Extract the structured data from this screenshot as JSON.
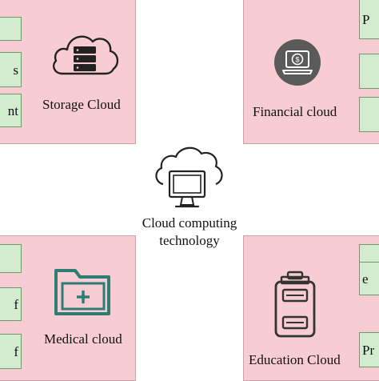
{
  "center": {
    "line1": "Cloud computing",
    "line2": "technology",
    "icon": "cloud-monitor-icon"
  },
  "panels": {
    "storage": {
      "label": "Storage Cloud",
      "icon": "cloud-server-icon",
      "boxes": [
        "",
        "s",
        "nt"
      ]
    },
    "financial": {
      "label": "Financial cloud",
      "icon": "laptop-dollar-icon",
      "boxes": [
        "P",
        "",
        ""
      ]
    },
    "medical": {
      "label": "Medical cloud",
      "icon": "folder-plus-icon",
      "boxes": [
        "",
        "f",
        "f"
      ]
    },
    "education": {
      "label": "Education Cloud",
      "icon": "clipboard-icon",
      "boxes": [
        "",
        "e",
        "Pr"
      ]
    }
  },
  "colors": {
    "panel_fill": "#f7cdd3",
    "box_fill": "#d3ecd0",
    "box_border": "#6a9d6a",
    "medical_icon": "#2e7d72",
    "financial_icon": "#5a5a5a"
  }
}
